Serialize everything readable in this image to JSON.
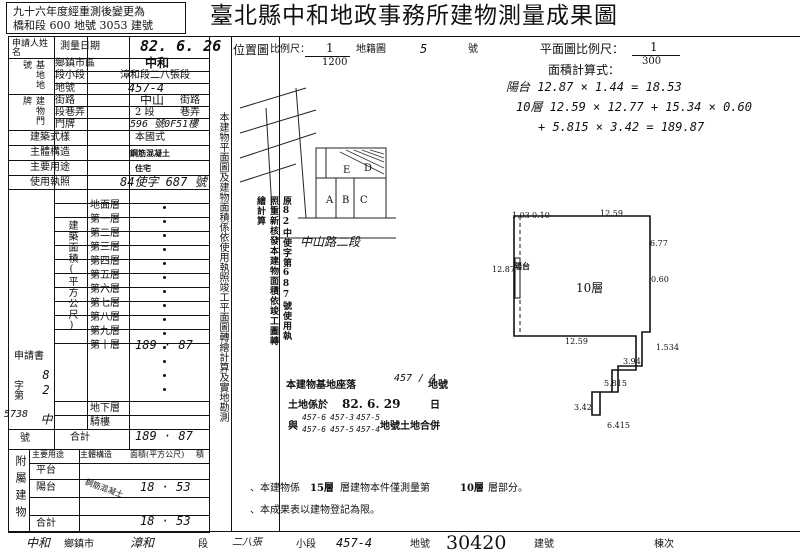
{
  "header": {
    "note_line1": "九十六年度經重測後變更為",
    "note_line2": "橋和段 600 地號 3053 建號",
    "title": "臺北縣中和地政事務所建物測量成果圖"
  },
  "left_table": {
    "applicant_label": "申請人姓名",
    "survey_date_label": "測量日期",
    "survey_date_value": "82. 6. 26",
    "base_label": "基地地號",
    "town_label": "鄉鎮市區",
    "town_value": "中和",
    "section_label": "段小段",
    "section_value": "漳和段二八張段",
    "landno_label": "地號",
    "landno_value": "457-4",
    "building_door_label": "建物門牌",
    "street_label": "街路",
    "street_value": "中山",
    "street_suffix": "街路",
    "lane_label": "段巷弄",
    "lane_value": "2 段",
    "lane_suffix": "巷弄",
    "doorno_label": "門牌",
    "doorno_value": "596 號0F51樓",
    "style_label": "建築式樣",
    "style_value": "本國式",
    "structure_label": "主體構造",
    "structure_value": "鋼筋混凝土",
    "use_label": "主要用途",
    "use_value": "住宅",
    "license_label": "使用執照",
    "license_value": "84使字 687 號",
    "floors_label": "建築面積(平方公尺)",
    "floors": [
      {
        "name": "地面層",
        "value": ""
      },
      {
        "name": "第一層",
        "value": ""
      },
      {
        "name": "第二層",
        "value": ""
      },
      {
        "name": "第三層",
        "value": ""
      },
      {
        "name": "第四層",
        "value": ""
      },
      {
        "name": "第五層",
        "value": ""
      },
      {
        "name": "第六層",
        "value": ""
      },
      {
        "name": "第七層",
        "value": ""
      },
      {
        "name": "第八層",
        "value": ""
      },
      {
        "name": "第九層",
        "value": ""
      },
      {
        "name": "第十層",
        "value": "189 · 87"
      }
    ],
    "basement_label": "地下層",
    "arcade_label": "騎樓",
    "total_label": "合計",
    "total_value": "189 · 87",
    "apply_label": "申請書",
    "apply_no_label": "字第",
    "apply_no_value": "5738",
    "apply_no_value2": "82 中",
    "hao_label": "號",
    "attached_label": "附屬建物",
    "attached_header_use": "主要用途",
    "attached_header_struct": "主體構造",
    "attached_header_area": "面積(平方公尺)",
    "attached_header_total": "積",
    "attached_rows": [
      {
        "use": "平台",
        "struct": "",
        "area": ""
      },
      {
        "use": "陽台",
        "struct": "鋼筋混凝土",
        "area": "18 · 53"
      },
      {
        "use": "",
        "struct": "",
        "area": ""
      }
    ],
    "attached_total_label": "合計",
    "attached_total_value": "18 · 53"
  },
  "middle": {
    "position_label": "位置圖",
    "scale_label": "比例尺：",
    "scale_num": "1",
    "scale_den": "1200",
    "sheet_label": "地籍圖",
    "sheet_no": "5",
    "sheet_suffix": "號",
    "road_text": "中山路二段",
    "lots": [
      "A",
      "B",
      "C",
      "D",
      "E"
    ],
    "vertical_note": "本建物平面圖及建物面積係依使用執照竣工平面圖轉繪計算及實地勘測",
    "stamp_text": "原82中使字第687號使用執照重新核發本建物面積依竣工圖轉繪計算",
    "footnote1": "、本建物係",
    "footnote1_value": "15層",
    "footnote1b": "層建物本件僅測量第",
    "footnote1_value2": "10層",
    "footnote1c": "層部分。",
    "footnote2": "、本成果表以建物登記為限。"
  },
  "right": {
    "plan_scale_label": "平面圖比例尺：",
    "plan_scale_num": "1",
    "plan_scale_den": "300",
    "area_calc_label": "面積計算式：",
    "calc_balcony": "陽台 12.87 × 1.44 = 18.53",
    "calc_line1": "10層 12.59 × 12.77 + 15.34 × 0.60",
    "calc_line2": "+ 5.815 × 3.42 = 189.87",
    "floor_label": "10層",
    "dims": {
      "top_left_a": "1.03",
      "top_left_b": "0.10",
      "top": "12.59",
      "right_upper": "6.77",
      "right_mid": "0.60",
      "left": "12.87",
      "bottom": "12.59",
      "step_a": "1.534",
      "step_b": "3.94",
      "step_c": "5.815",
      "step_left": "3.42",
      "step_bottom": "6.415"
    },
    "balcony_mark": "陽台"
  },
  "stamp": {
    "label1": "本建物基地座落",
    "value1": "457 / 4",
    "label1b": "地號",
    "label2": "土地係於",
    "value2": "82. 6. 29",
    "label2b": "日",
    "label3": "與",
    "values3": [
      "457-6",
      "457-3",
      "457-5"
    ],
    "values4": [
      "457-6",
      "457-5",
      "457-4"
    ],
    "label3b": "地號土地合併"
  },
  "footer": {
    "town": "中和",
    "town_label": "鄉鎮市",
    "section": "漳和",
    "section_label": "段",
    "subsection": "二八張",
    "subsection_label": "小段",
    "landno": "457-4",
    "landno_label": "地號",
    "building_no": "30420",
    "building_label": "建號",
    "sheet_label": "棟次"
  }
}
